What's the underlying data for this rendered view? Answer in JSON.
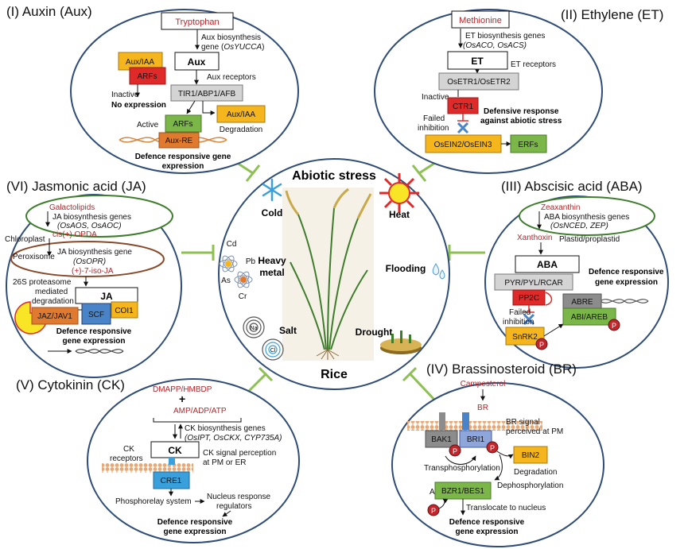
{
  "center": {
    "title": "Abiotic stress",
    "subtitle": "Rice",
    "stresses": {
      "cold": "Cold",
      "heat": "Heat",
      "heavy_metal_1": "Heavy",
      "heavy_metal_2": "metal",
      "flooding": "Flooding",
      "salt": "Salt",
      "drought": "Drought"
    },
    "metal_symbols": [
      "Cd",
      "Pb",
      "As",
      "Cr"
    ],
    "salt_ions": [
      "Na",
      "Cl"
    ]
  },
  "auxin": {
    "title": "(I) Auxin (Aux)",
    "precursor": "Tryptophan",
    "biosynthesis_1": "Aux biosynthesis",
    "biosynthesis_2a": "gene (",
    "biosynthesis_gene": "OsYUCCA",
    "biosynthesis_2b": ")",
    "hormone": "Aux",
    "receptors_label": "Aux receptors",
    "receptors": "TIR1/ABP1/AFB",
    "repressor": "Aux/IAA",
    "factor": "ARFs",
    "inactive": "Inactive",
    "no_expression": "No expression",
    "active": "Active",
    "degraded": "Aux/IAA",
    "degradation": "Degradation",
    "element": "Aux-RE",
    "response_1": "Defence responsive gene",
    "response_2": "expression"
  },
  "ethylene": {
    "title": "(II) Ethylene (ET)",
    "precursor": "Methionine",
    "biosynthesis": "ET biosynthesis genes",
    "genes": "(OsACO, OsACS)",
    "hormone": "ET",
    "receptors_label": "ET receptors",
    "receptors": "OsETR1/OsETR2",
    "inactive": "Inactive",
    "ctr": "CTR1",
    "failed_1": "Failed",
    "failed_2": "inhibition",
    "response_1": "Defensive response",
    "response_2": "against abiotic stress",
    "ein": "OsEIN2/OsEIN3",
    "erf": "ERFs"
  },
  "aba": {
    "title": "(III) Abscisic acid (ABA)",
    "precursor": "Zeaxanthin",
    "biosynthesis": "ABA biosynthesis genes",
    "genes": "(OsNCED, ZEP)",
    "plastid": "Plastid/proplastid",
    "intermediate": "Xanthoxin",
    "hormone": "ABA",
    "receptors": "PYR/PYL/RCAR",
    "pp2c": "PP2C",
    "failed_1": "Failed",
    "failed_2": "inhibition",
    "snrk": "SnRK2",
    "element": "ABRE",
    "factor": "ABI/AREB",
    "response_1": "Defence responsive",
    "response_2": "gene expression",
    "phospho": "P"
  },
  "brassinosteroid": {
    "title": "(IV) Brassinosteroid (BR)",
    "precursor": "Campesterol",
    "hormone": "BR",
    "signal_1": "BR signal",
    "signal_2": "perceived at PM",
    "bak": "BAK1",
    "bri": "BRI1",
    "bin": "BIN2",
    "degradation": "Degradation",
    "transphos": "Transphosphorylation",
    "dephos": "Dephosphorylation",
    "active": "Active",
    "bzr": "BZR1/BES1",
    "translocate": "Translocate to nucleus",
    "response_1": "Defence responsive",
    "response_2": "gene expression",
    "phospho": "P"
  },
  "cytokinin": {
    "title": "(V) Cytokinin (CK)",
    "precursor_1": "DMAPP/HMBDP",
    "plus": "+",
    "precursor_2": "AMP/ADP/ATP",
    "biosynthesis": "CK biosynthesis genes",
    "genes": "(OsIPT, OsCKX, CYP735A)",
    "hormone": "CK",
    "receptors_1": "CK",
    "receptors_2": "receptors",
    "perception_1": "CK signal perception",
    "perception_2": "at PM or ER",
    "cre": "CRE1",
    "phosphorelay": "Phosphorelay system",
    "nucleus_1": "Nucleus response",
    "nucleus_2": "regulators",
    "response_1": "Defence responsive",
    "response_2": "gene expression"
  },
  "jasmonic": {
    "title": "(VI) Jasmonic acid (JA)",
    "precursor": "Galactolipids",
    "biosynthesis": "JA biosynthesis genes",
    "genes": "(OsAOS, OsAOC)",
    "opda": "cis(+) OPDA",
    "chloroplast": "Chloroplast",
    "peroxisome": "Peroxisome",
    "gene_label": "JA biosynthesis gene",
    "gene": "(OsOPR)",
    "iso_ja": "(+)-7-iso-JA",
    "proteasome": "26S proteasome",
    "mediated": "mediated",
    "degradation": "degradation",
    "hormone": "JA",
    "coi": "COI1",
    "scf": "SCF",
    "jaz": "JAZ/JAV1",
    "response_1": "Defence responsive",
    "response_2": "gene expression"
  },
  "colors": {
    "yellow": "#f5b51d",
    "red": "#e02a2a",
    "green": "#7ab648",
    "orange": "#e07a2f",
    "blue": "#4a84c8",
    "gray": "#d4d4d4",
    "navy": "#24406e",
    "connector": "#8cc152",
    "text_red": "#b3262a"
  }
}
